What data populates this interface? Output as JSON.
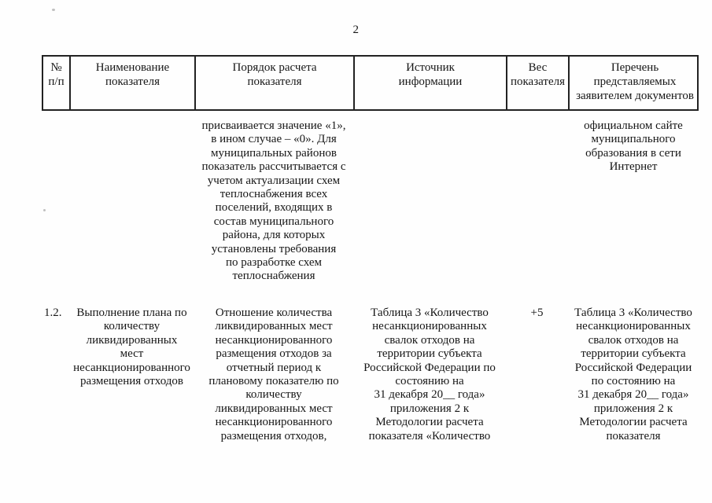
{
  "page": {
    "number": "2"
  },
  "table": {
    "headers": {
      "num": "№\nп/п",
      "name": "Наименование\nпоказателя",
      "calc": "Порядок расчета\nпоказателя",
      "source": "Источник\nинформации",
      "weight": "Вес\nпоказателя",
      "docs": "Перечень\nпредставляемых\nзаявителем документов"
    },
    "rows": [
      {
        "num": "",
        "name": "",
        "calc": "присваивается значение «1»,\nв ином случае – «0». Для\nмуниципальных районов\nпоказатель рассчитывается с\nучетом актуализации схем\nтеплоснабжения всех\nпоселений, входящих в\nсостав муниципального\nрайона, для которых\nустановлены требования\nпо разработке схем\nтеплоснабжения",
        "source": "",
        "weight": "",
        "docs": "официальном сайте\nмуниципального\nобразования в сети\nИнтернет"
      },
      {
        "num": "1.2.",
        "name": "Выполнение плана по\nколичеству\nликвидированных мест\nнесанкционированного\nразмещения отходов",
        "calc": "Отношение количества\nликвидированных мест\nнесанкционированного\nразмещения отходов за\nотчетный период к\nплановому показателю по\nколичеству\nликвидированных мест\nнесанкционированного\nразмещения отходов,",
        "source": "Таблица 3 «Количество\nнесанкционированных\nсвалок отходов на\nтерритории субъекта\nРоссийской Федерации по\nсостоянию на\n31 декабря 20__ года»\nприложения 2 к\nМетодологии расчета\nпоказателя «Количество",
        "weight": "+5",
        "docs": "Таблица 3 «Количество\nнесанкционированных\nсвалок отходов на\nтерритории субъекта\nРоссийской Федерации\nпо состоянию на\n31 декабря 20__ года»\nприложения 2 к\nМетодологии расчета\nпоказателя"
      }
    ]
  }
}
